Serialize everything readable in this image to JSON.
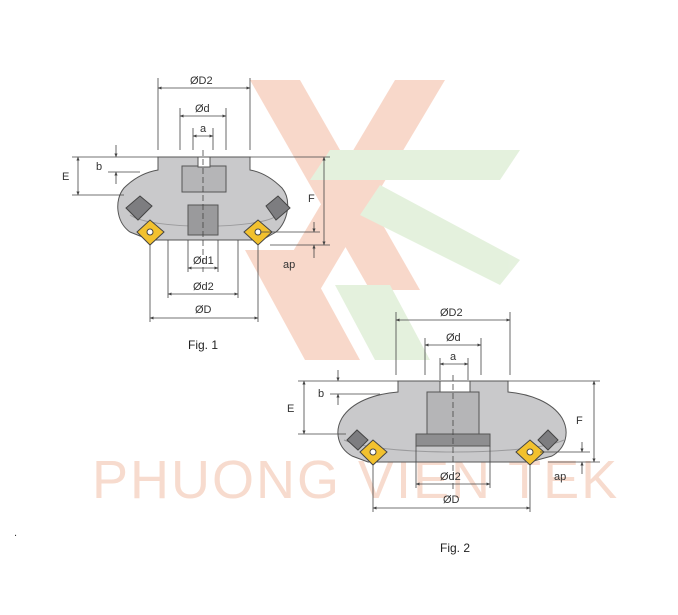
{
  "watermark": {
    "text": "PHUONG VIEN TEK",
    "colors": {
      "red": "#f4b9a0",
      "green": "#cfe6c2"
    }
  },
  "colors": {
    "body": "#c9c9cb",
    "body_dark": "#8e8e90",
    "insert": "#f2c12e",
    "line": "#444444"
  },
  "fig1": {
    "caption": "Fig. 1",
    "labels": {
      "D2": "ØD2",
      "d": "Ød",
      "a": "a",
      "b": "b",
      "E": "E",
      "F": "F",
      "ap": "ap",
      "d1": "Ød1",
      "d2": "Ød2",
      "D": "ØD"
    }
  },
  "fig2": {
    "caption": "Fig. 2",
    "labels": {
      "D2": "ØD2",
      "d": "Ød",
      "a": "a",
      "b": "b",
      "E": "E",
      "F": "F",
      "ap": "ap",
      "d2": "Ød2",
      "D": "ØD"
    }
  },
  "misc": {
    "dot": "."
  }
}
